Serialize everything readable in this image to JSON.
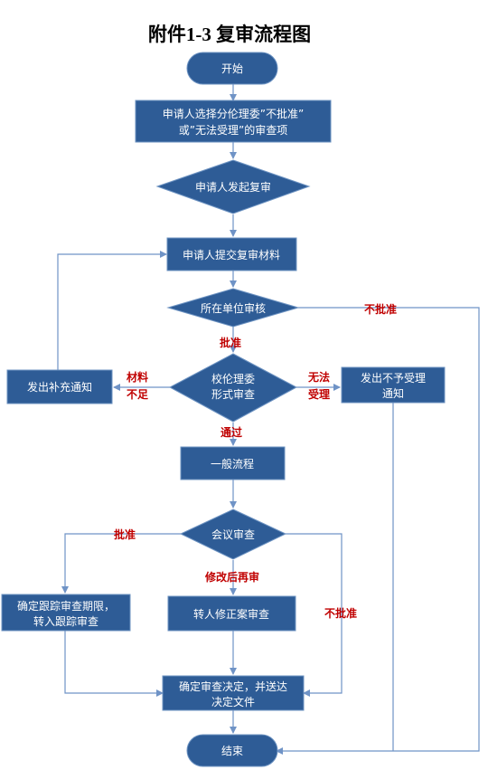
{
  "title": "附件1-3  复审流程图",
  "nodes": {
    "start": "开始",
    "select_item": [
      "申请人选择分伦理委”不批准”",
      "或”无法受理”的审查项"
    ],
    "initiate": "申请人发起复审",
    "submit": "申请人提交复审材料",
    "unit_review": "所在单位审核",
    "formal_review": [
      "校伦理委",
      "形式审查"
    ],
    "supplement": "发出补充通知",
    "reject_notice": [
      "发出不予受理",
      "通知"
    ],
    "general": "一般流程",
    "meeting": "会议审查",
    "deadline": [
      "确定跟踪审查期限，",
      "转入跟踪审查"
    ],
    "revise": "转人修正案审查",
    "decision": [
      "确定审查决定，并送达",
      "决定文件"
    ],
    "end": "结束"
  },
  "labels": {
    "not_approved_unit": "不批准",
    "approved_unit": "批准",
    "insufficient": [
      "材料",
      "不足"
    ],
    "cannot_accept": [
      "无法",
      "受理"
    ],
    "passed": "通过",
    "approved_meeting": "批准",
    "revise_again": "修改后再审",
    "not_approved_meeting": "不批准"
  },
  "colors": {
    "shape_fill": "#2e5c96",
    "connector": "#6f93c6",
    "label": "#c00000"
  }
}
